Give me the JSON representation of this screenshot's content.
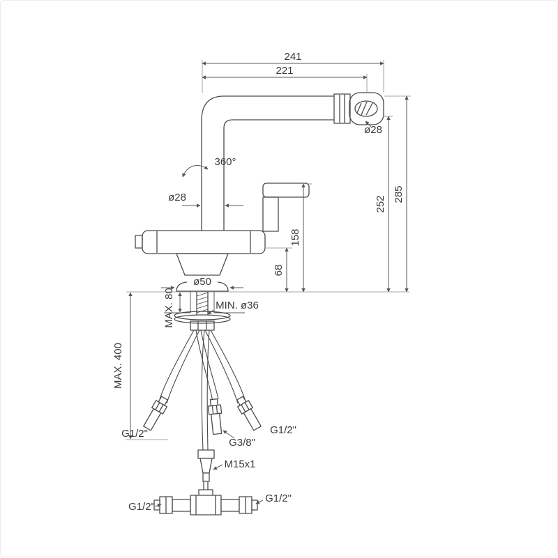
{
  "page": {
    "background": "#ffffff",
    "line_color": "#4a4a4a",
    "text_color": "#3a3a3a"
  },
  "labels": {
    "dim_241": "241",
    "dim_221": "221",
    "spout_diameter": "ø28",
    "height_285": "285",
    "height_252": "252",
    "rotation": "360°",
    "body_diameter": "ø28",
    "height_158": "158",
    "height_68": "68",
    "base_diameter": "ø50",
    "min_hole": "MIN. ø36",
    "max_deck_thickness": "MAX. 80",
    "max_hose_reach": "MAX. 400",
    "hose_left_thread": "G1/2\"",
    "hose_center_thread": "G3/8\"",
    "hose_right_thread": "G1/2\"",
    "spray_hose_thread": "M15x1",
    "bottom_left_thread": "G1/2\"",
    "bottom_right_thread": "G1/2\""
  }
}
